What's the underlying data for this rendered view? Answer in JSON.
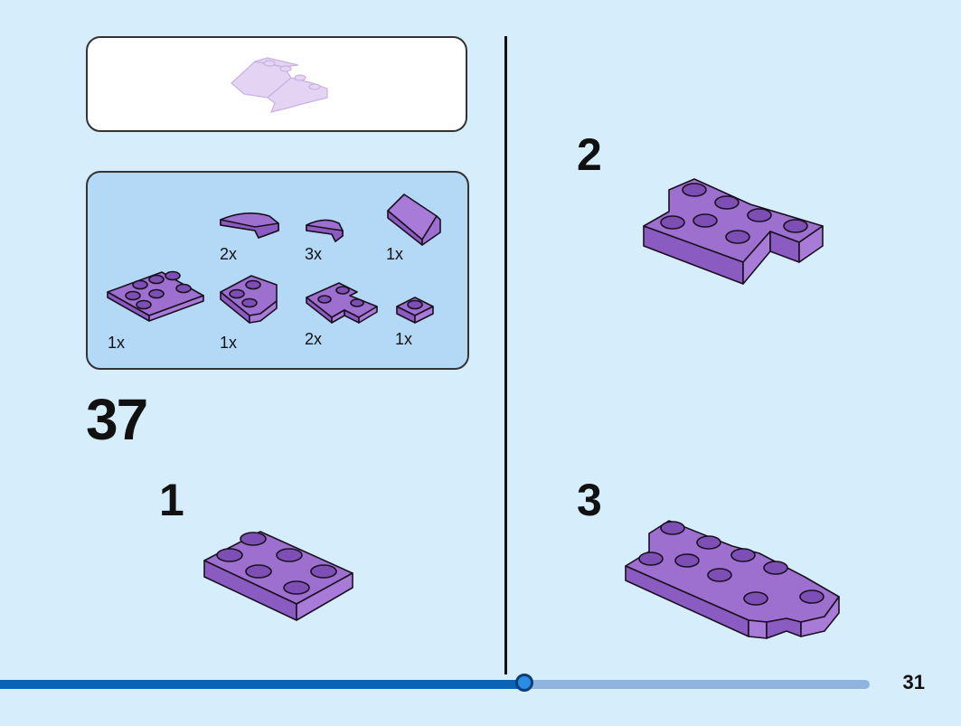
{
  "colors": {
    "background": "#d6edfc",
    "parts_panel": "#b3d9f7",
    "brick_purple": "#9d6fcf",
    "progress_dark": "#0b63b6",
    "progress_light": "#8fb4e0"
  },
  "parts_list": [
    {
      "shape": "curved-slope-2x2",
      "qty": "2x"
    },
    {
      "shape": "curved-slope-1x1",
      "qty": "3x"
    },
    {
      "shape": "slope-2x2",
      "qty": "1x"
    },
    {
      "shape": "plate-2x3",
      "qty": "1x"
    },
    {
      "shape": "plate-2x2-round-corner",
      "qty": "1x"
    },
    {
      "shape": "plate-2x2-corner",
      "qty": "2x"
    },
    {
      "shape": "plate-1x1",
      "qty": "1x"
    }
  ],
  "step": {
    "number": "37"
  },
  "substeps": [
    {
      "number": "1"
    },
    {
      "number": "2"
    },
    {
      "number": "3"
    }
  ],
  "progress": {
    "fraction": 0.603
  },
  "page": {
    "number": "31"
  }
}
